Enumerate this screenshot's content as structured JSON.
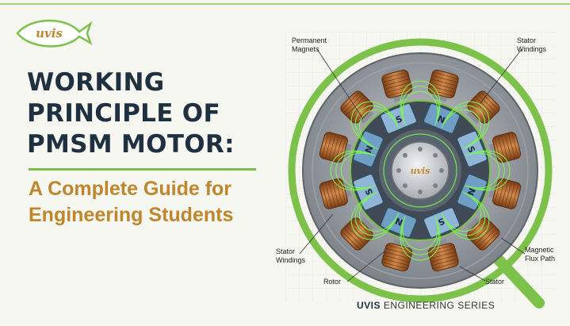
{
  "brand": {
    "logo_text": "uvis"
  },
  "title": {
    "line1": "WORKING",
    "line2": "PRINCIPLE OF",
    "line3": "PMSM MOTOR:"
  },
  "subtitle": {
    "line1": "A Complete Guide for",
    "line2": "Engineering Students"
  },
  "diagram": {
    "labels": {
      "permanent_magnets": "Permanent\nMagnets",
      "stator_windings_top": "Stator\nWindings",
      "stator_windings_left": "Stator\nWindings",
      "magnetic_flux_path": "Magnetic\nFlux Path",
      "rotor": "Rotor",
      "stator": "Stator"
    },
    "hub_text": "uvis",
    "pole_letters": [
      "N",
      "S",
      "N",
      "S",
      "N",
      "S",
      "N",
      "S"
    ]
  },
  "footer": {
    "brand": "UVIS",
    "series": "ENGINEERING SERIES"
  },
  "colors": {
    "accent_green": "#7cc24a",
    "title_navy": "#1f3040",
    "subtitle_gold": "#c0862c",
    "copper": "#b3652c"
  }
}
